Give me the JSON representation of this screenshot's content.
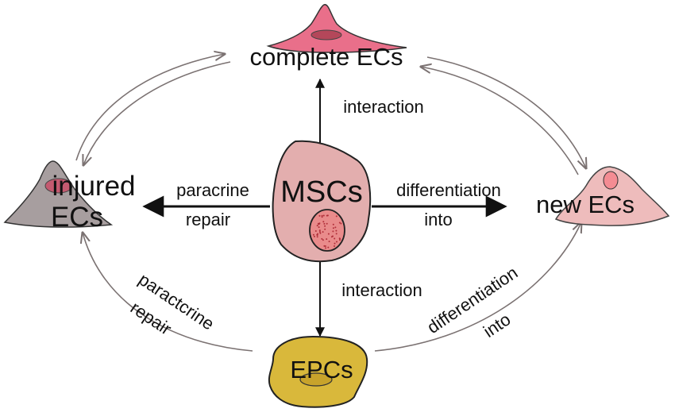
{
  "nodes": {
    "complete": "complete ECs",
    "injured_line1": "injured",
    "injured_line2": "ECs",
    "msc": "MSCs",
    "new_ecs": "new ECs",
    "epcs": "EPCs"
  },
  "edges": {
    "msc_to_complete": "interaction",
    "msc_to_injured_l1": "paracrine",
    "msc_to_injured_l2": "repair",
    "msc_to_new_l1": "differentiation",
    "msc_to_new_l2": "into",
    "msc_to_epcs": "interaction",
    "epcs_to_injured_l1": "paractcrine",
    "epcs_to_injured_l2": "repair",
    "epcs_to_new_l1": "differentiation",
    "epcs_to_new_l2": "into"
  },
  "colors": {
    "complete_cell": "#e96f8a",
    "complete_nucleus": "#b4475a",
    "injured_cell": "#a79e9f",
    "injured_nucleus": "#c45a70",
    "msc_cell": "#e3aeae",
    "msc_nucleus": "#e98b8b",
    "msc_dots": "#b0303a",
    "new_cell": "#eebcbc",
    "new_nucleus": "#f48c93",
    "epc_cell": "#d9b83b",
    "epc_nucleus": "#c8a32b",
    "arrow_main": "#111111",
    "arrow_cycle": "#7b7272"
  },
  "icons": {
    "complete_cell": "endothelial-cell-icon",
    "injured_cell": "injured-endothelial-cell-icon",
    "msc_cell": "mesenchymal-stem-cell-icon",
    "new_cell": "new-endothelial-cell-icon",
    "epc_cell": "endothelial-progenitor-cell-icon"
  }
}
